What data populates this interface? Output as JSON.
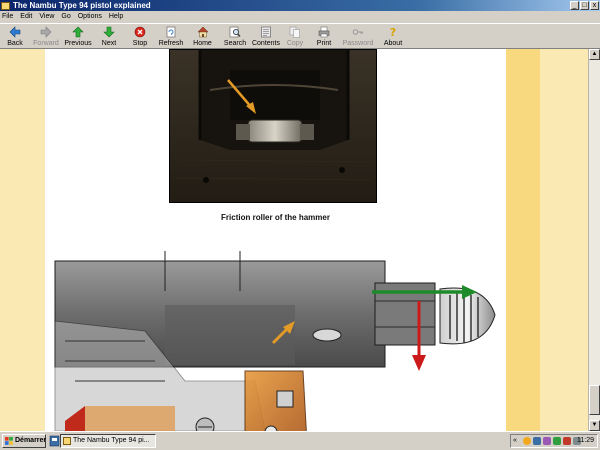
{
  "window": {
    "title": "The Nambu Type 94 pistol explained"
  },
  "window_buttons": [
    "_",
    "□",
    "x"
  ],
  "menu": [
    "File",
    "Edit",
    "View",
    "Go",
    "Options",
    "Help"
  ],
  "toolbar": [
    {
      "label": "Back",
      "icon": "back-arrow-icon",
      "enabled": true
    },
    {
      "label": "Forward",
      "icon": "forward-arrow-icon",
      "enabled": false
    },
    {
      "label": "Previous",
      "icon": "up-arrow-icon",
      "enabled": true
    },
    {
      "label": "Next",
      "icon": "down-arrow-icon",
      "enabled": true
    },
    {
      "label": "Stop",
      "icon": "stop-icon",
      "enabled": true
    },
    {
      "label": "Refresh",
      "icon": "refresh-icon",
      "enabled": true
    },
    {
      "label": "Home",
      "icon": "home-icon",
      "enabled": true
    },
    {
      "label": "Search",
      "icon": "search-icon",
      "enabled": true
    },
    {
      "label": "Contents",
      "icon": "contents-icon",
      "enabled": true
    },
    {
      "label": "Copy",
      "icon": "copy-icon",
      "enabled": false
    },
    {
      "label": "Print",
      "icon": "print-icon",
      "enabled": true
    },
    {
      "label": "Password",
      "icon": "password-key-icon",
      "enabled": false
    },
    {
      "label": "About",
      "icon": "about-icon",
      "enabled": true
    }
  ],
  "page": {
    "caption": "Friction roller of the hammer",
    "colors": {
      "background": "#fbe9b4",
      "band": "#f9d97f",
      "page": "#ffffff"
    }
  },
  "taskbar": {
    "start_label": "Démarrer",
    "task_label": "The Nambu Type 94 pi...",
    "clock": "11:29"
  }
}
